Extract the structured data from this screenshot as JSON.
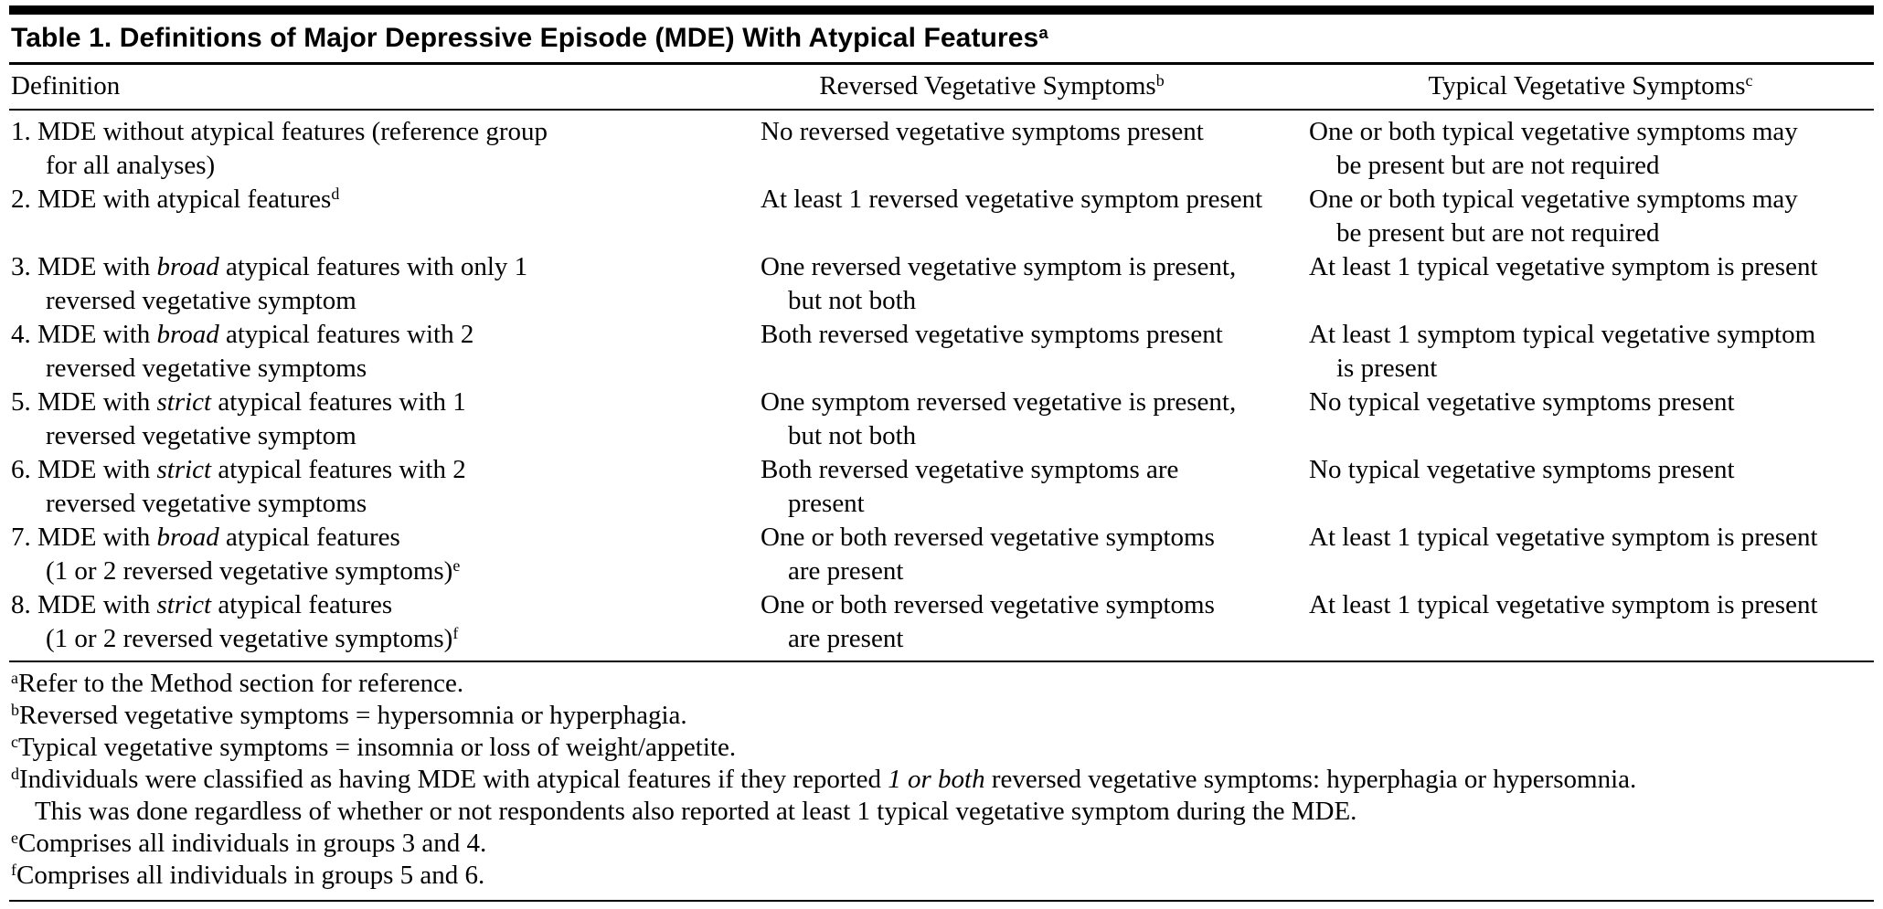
{
  "table": {
    "title": "Table 1. Definitions of Major Depressive Episode (MDE) With Atypical Features",
    "title_sup": "a",
    "columns": [
      {
        "label": "Definition",
        "sup": ""
      },
      {
        "label": "Reversed Vegetative Symptoms",
        "sup": "b"
      },
      {
        "label": "Typical Vegetative Symptoms",
        "sup": "c"
      }
    ],
    "rows": [
      {
        "definition": [
          {
            "text": "1. MDE without atypical features (reference group"
          },
          {
            "br": true
          },
          {
            "text": "for all analyses)"
          }
        ],
        "reversed": [
          {
            "text": "No reversed vegetative symptoms present"
          }
        ],
        "typical": [
          {
            "text": "One or both typical vegetative symptoms may"
          },
          {
            "br": true
          },
          {
            "text": "be present but are not required"
          }
        ]
      },
      {
        "definition": [
          {
            "text": "2. MDE with atypical features"
          },
          {
            "text": "d",
            "sup": true
          }
        ],
        "reversed": [
          {
            "text": "At least 1 reversed vegetative symptom present"
          }
        ],
        "typical": [
          {
            "text": "One or both typical vegetative symptoms may"
          },
          {
            "br": true
          },
          {
            "text": "be present but are not required"
          }
        ]
      },
      {
        "definition": [
          {
            "text": "3. MDE with "
          },
          {
            "text": "broad",
            "italic": true
          },
          {
            "text": " atypical features with only 1"
          },
          {
            "br": true
          },
          {
            "text": "reversed vegetative symptom"
          }
        ],
        "reversed": [
          {
            "text": "One reversed vegetative symptom is present,"
          },
          {
            "br": true
          },
          {
            "text": "but not both"
          }
        ],
        "typical": [
          {
            "text": "At least 1 typical vegetative symptom is present"
          }
        ]
      },
      {
        "definition": [
          {
            "text": "4. MDE with "
          },
          {
            "text": "broad",
            "italic": true
          },
          {
            "text": " atypical features with 2"
          },
          {
            "br": true
          },
          {
            "text": "reversed vegetative symptoms"
          }
        ],
        "reversed": [
          {
            "text": "Both reversed vegetative symptoms present"
          }
        ],
        "typical": [
          {
            "text": "At least 1 symptom typical vegetative symptom"
          },
          {
            "br": true
          },
          {
            "text": "is present"
          }
        ]
      },
      {
        "definition": [
          {
            "text": "5. MDE with "
          },
          {
            "text": "strict",
            "italic": true
          },
          {
            "text": " atypical features with 1"
          },
          {
            "br": true
          },
          {
            "text": "reversed vegetative symptom"
          }
        ],
        "reversed": [
          {
            "text": "One symptom reversed vegetative is present,"
          },
          {
            "br": true
          },
          {
            "text": "but not both"
          }
        ],
        "typical": [
          {
            "text": "No typical vegetative symptoms present"
          }
        ]
      },
      {
        "definition": [
          {
            "text": "6. MDE with "
          },
          {
            "text": "strict",
            "italic": true
          },
          {
            "text": " atypical features with 2"
          },
          {
            "br": true
          },
          {
            "text": "reversed vegetative symptoms"
          }
        ],
        "reversed": [
          {
            "text": "Both reversed vegetative symptoms are"
          },
          {
            "br": true
          },
          {
            "text": "present"
          }
        ],
        "typical": [
          {
            "text": "No typical vegetative symptoms present"
          }
        ]
      },
      {
        "definition": [
          {
            "text": "7. MDE with "
          },
          {
            "text": "broad",
            "italic": true
          },
          {
            "text": " atypical features"
          },
          {
            "br": true
          },
          {
            "text": "(1 or 2 reversed vegetative symptoms)"
          },
          {
            "text": "e",
            "sup": true
          }
        ],
        "reversed": [
          {
            "text": "One or both reversed vegetative symptoms"
          },
          {
            "br": true
          },
          {
            "text": "are present"
          }
        ],
        "typical": [
          {
            "text": "At least 1 typical vegetative symptom is present"
          }
        ]
      },
      {
        "definition": [
          {
            "text": "8. MDE with "
          },
          {
            "text": "strict",
            "italic": true
          },
          {
            "text": " atypical features"
          },
          {
            "br": true
          },
          {
            "text": "(1 or 2 reversed vegetative symptoms)"
          },
          {
            "text": "f",
            "sup": true
          }
        ],
        "reversed": [
          {
            "text": "One or both reversed vegetative symptoms"
          },
          {
            "br": true
          },
          {
            "text": "are present"
          }
        ],
        "typical": [
          {
            "text": "At least 1 typical vegetative symptom is present"
          }
        ]
      }
    ],
    "footnotes": [
      {
        "marker": "a",
        "segments": [
          {
            "text": "Refer to the Method section for reference."
          }
        ]
      },
      {
        "marker": "b",
        "segments": [
          {
            "text": "Reversed vegetative symptoms = hypersomnia or hyperphagia."
          }
        ]
      },
      {
        "marker": "c",
        "segments": [
          {
            "text": "Typical vegetative symptoms = insomnia or loss of weight/appetite."
          }
        ]
      },
      {
        "marker": "d",
        "segments": [
          {
            "text": "Individuals were classified as having MDE with atypical features if they reported "
          },
          {
            "text": "1 or both",
            "italic": true
          },
          {
            "text": " reversed vegetative symptoms: hyperphagia or hypersomnia."
          },
          {
            "br": true
          },
          {
            "text": "This was done regardless of whether or not respondents also reported at least 1 typical vegetative symptom during the MDE."
          }
        ]
      },
      {
        "marker": "e",
        "segments": [
          {
            "text": "Comprises all individuals in groups 3 and 4."
          }
        ]
      },
      {
        "marker": "f",
        "segments": [
          {
            "text": "Comprises all individuals in groups 5 and 6."
          }
        ]
      }
    ]
  },
  "colors": {
    "text": "#000000",
    "rule": "#000000",
    "background": "#ffffff"
  }
}
